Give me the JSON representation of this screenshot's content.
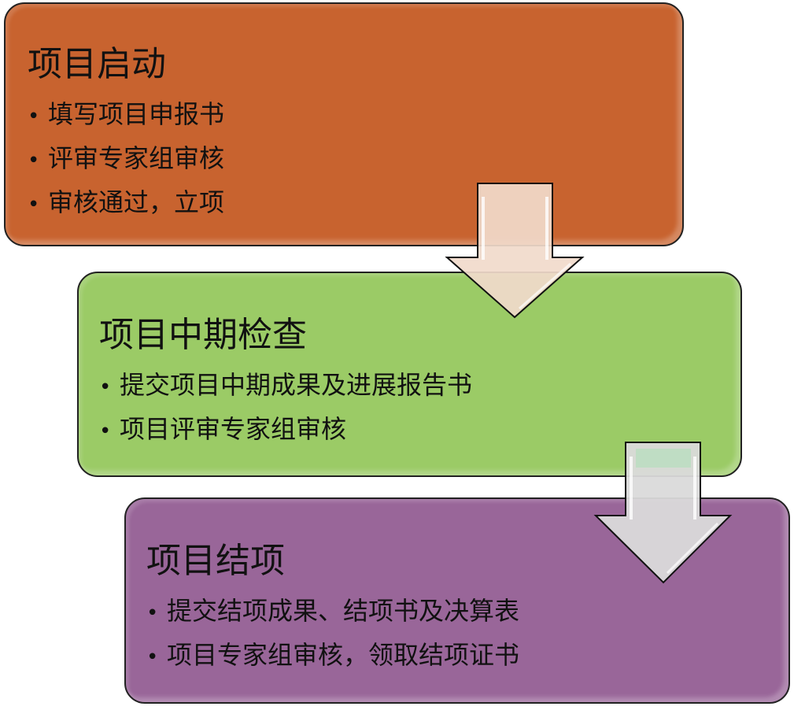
{
  "stages": [
    {
      "title": "项目启动",
      "items": [
        "填写项目申报书",
        "评审专家组审核",
        "审核通过，立项"
      ],
      "color": "#C8632F"
    },
    {
      "title": "项目中期检查",
      "items": [
        "提交项目中期成果及进展报告书",
        "项目评审专家组审核"
      ],
      "color": "#9BCB66"
    },
    {
      "title": "项目结项",
      "items": [
        "提交结项成果、结项书及决算表",
        "项目专家组审核，领取结项证书"
      ],
      "color": "#996699"
    }
  ]
}
